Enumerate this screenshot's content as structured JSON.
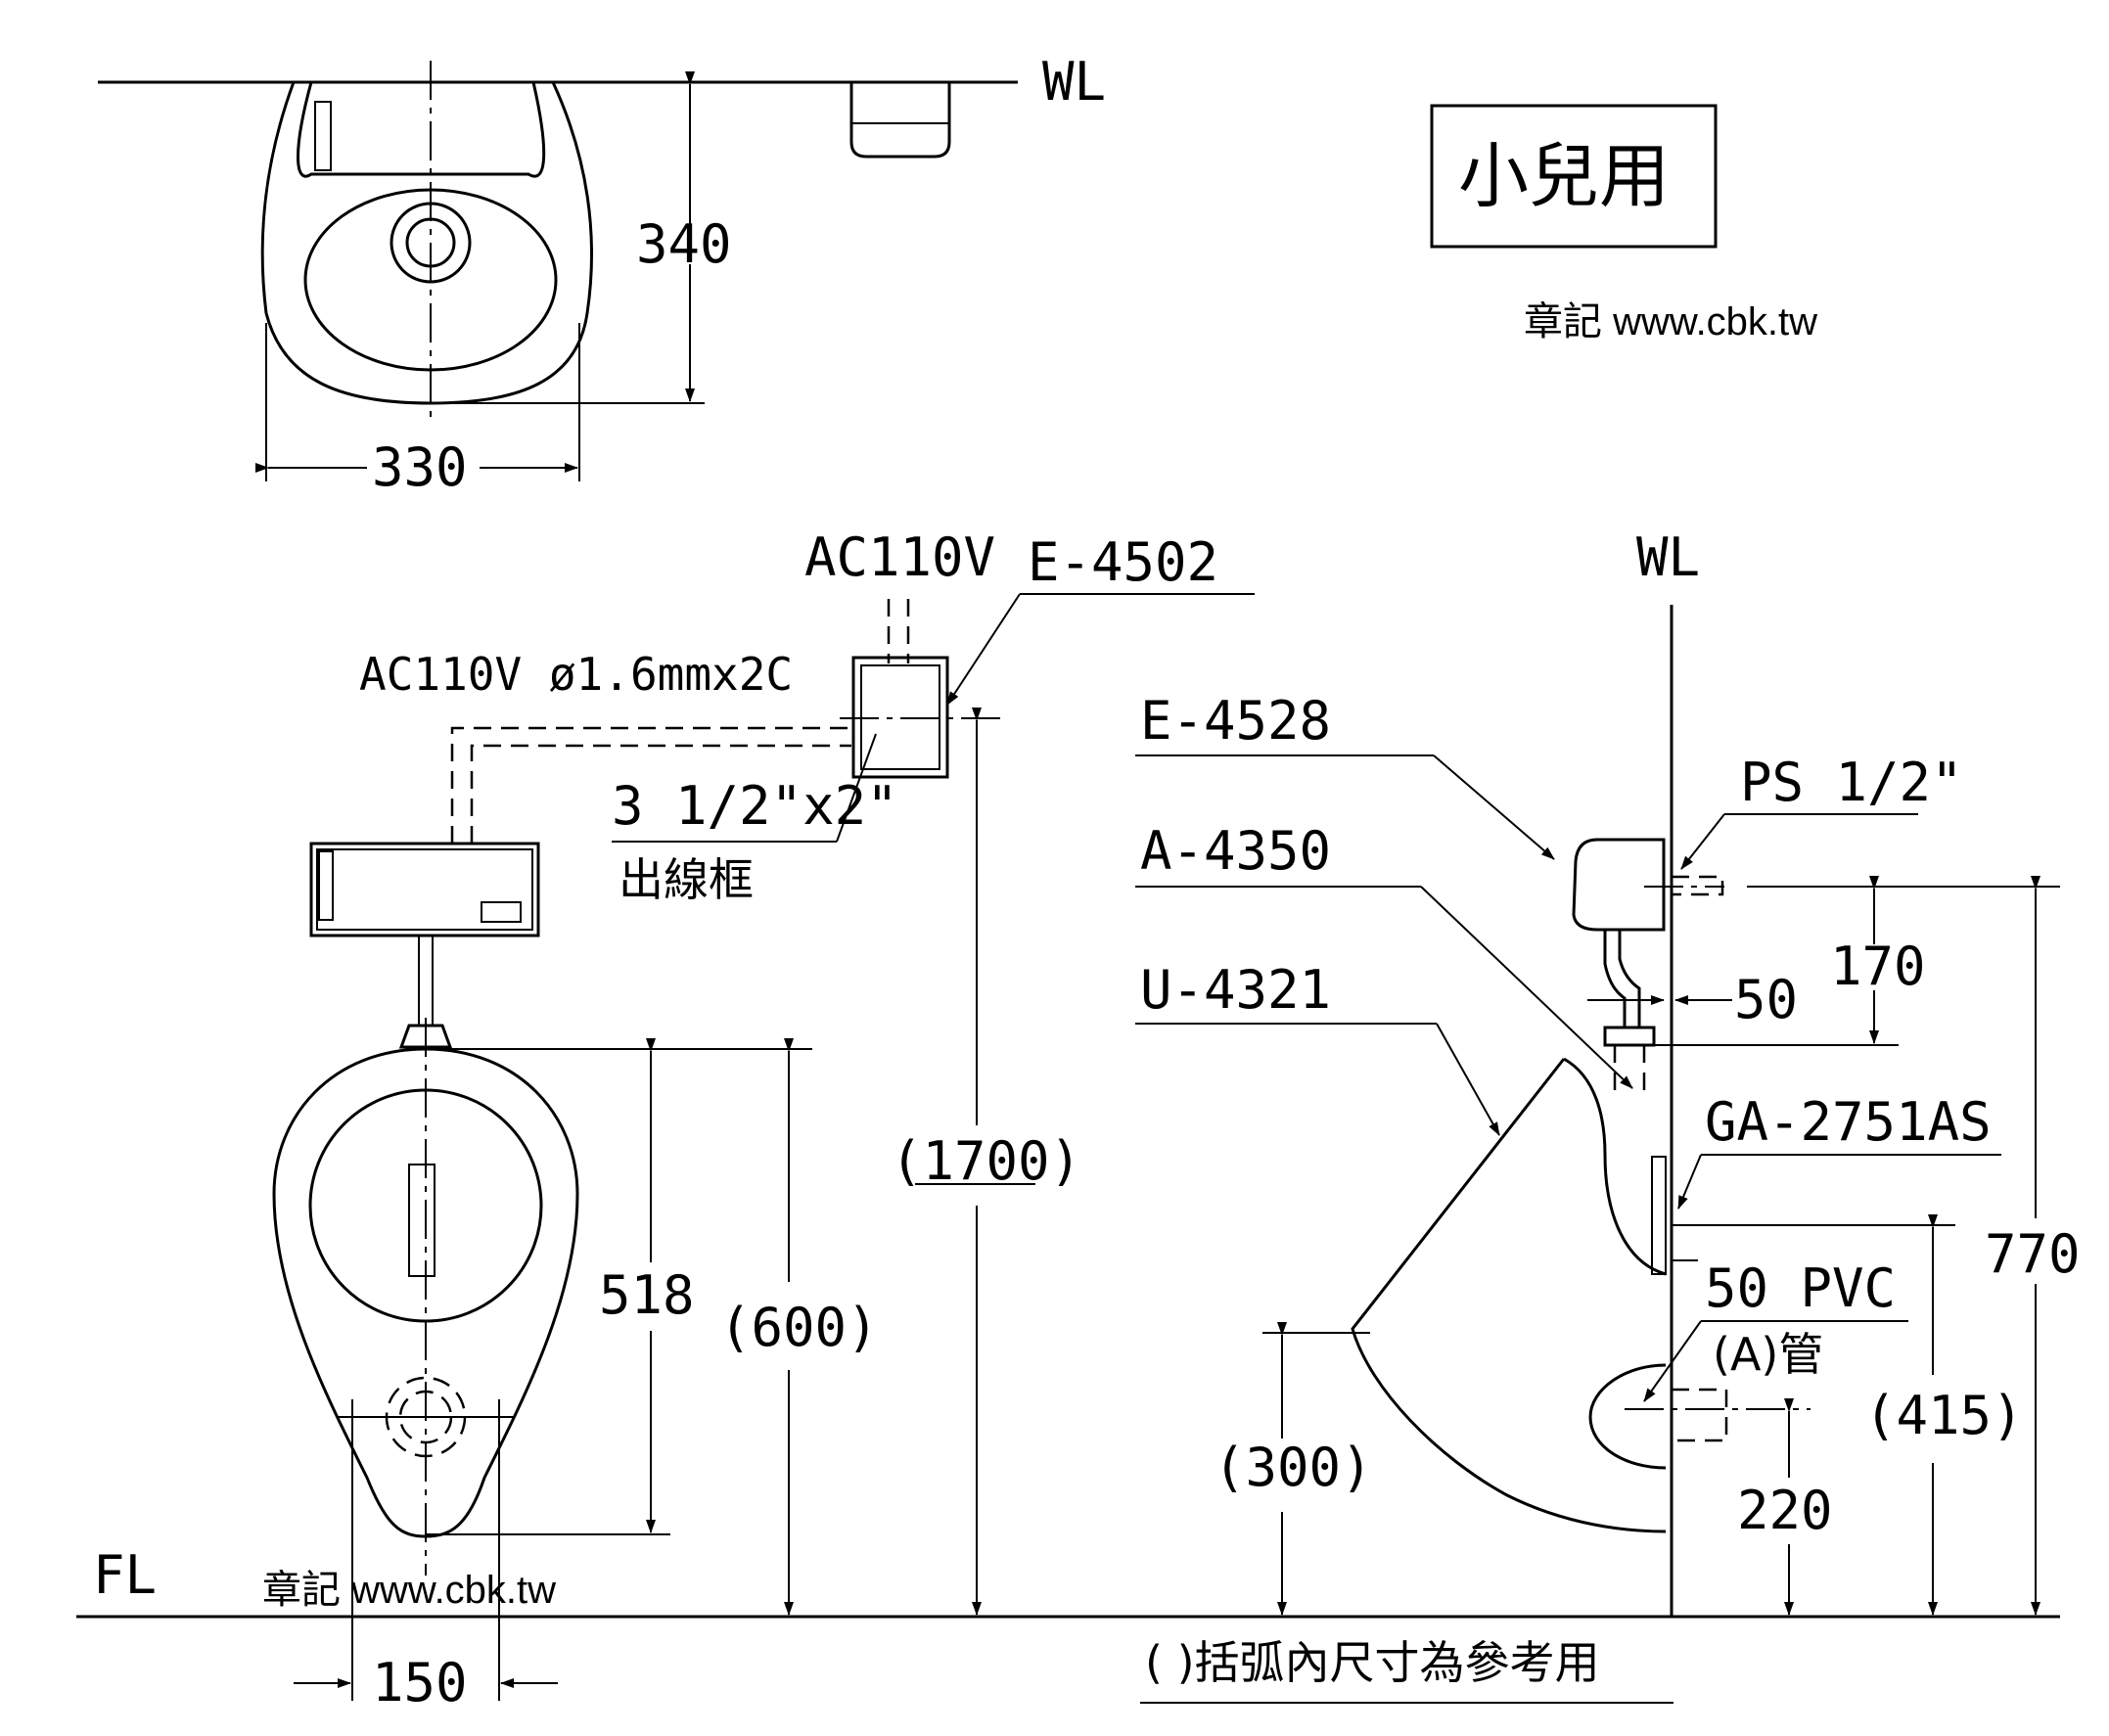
{
  "title_box": "小兒用",
  "watermark": "章記 www.cbk.tw",
  "top_view": {
    "wl": "WL",
    "depth": "340",
    "width": "330"
  },
  "front_view": {
    "supply": "AC110V",
    "box_model": "E-4502",
    "wiring": "AC110V ø1.6mmx2C",
    "frame_size": "3 1/2\"x2\"",
    "frame_label": "出線框",
    "height_box": "(1700)",
    "bowl_height": "518",
    "rim_height": "(600)",
    "outlet_spacing": "150",
    "floor": "FL"
  },
  "side_view": {
    "wl": "WL",
    "sensor_model": "E-4528",
    "valve_model": "A-4350",
    "urinal_model": "U-4321",
    "trap_model": "GA-2751AS",
    "inlet_size": "PS 1/2\"",
    "dim_170": "170",
    "dim_50": "50",
    "dim_770": "770",
    "drain": "50 PVC",
    "pipe": "(A)管",
    "dim_415": "(415)",
    "dim_300": "(300)",
    "dim_220": "220"
  },
  "note": "(  )括弧內尺寸為參考用"
}
